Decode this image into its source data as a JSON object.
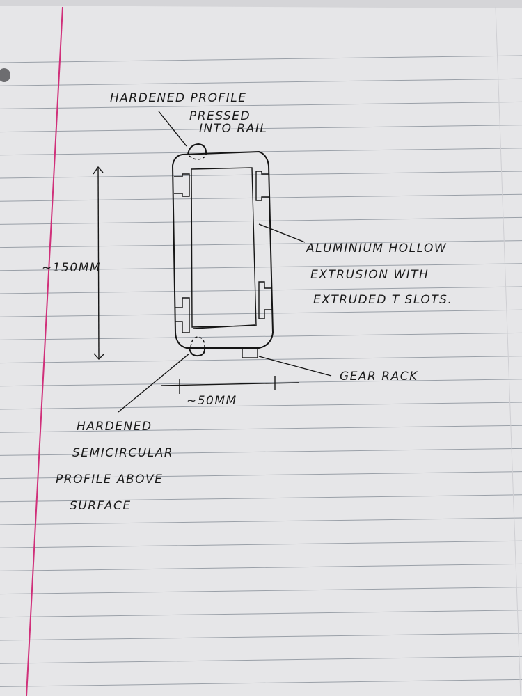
{
  "sketch": {
    "label_top": [
      "HARDENED PROFILE",
      "PRESSED",
      "INTO RAIL"
    ],
    "label_height": "~150MM",
    "label_extrusion": [
      "ALUMINIUM HOLLOW",
      "EXTRUSION WITH",
      "EXTRUDED T SLOTS."
    ],
    "label_gear": "GEAR RACK",
    "label_width": "~50MM",
    "label_bottom": [
      "HARDENED",
      "SEMICIRCULAR",
      "PROFILE ABOVE",
      "SURFACE"
    ]
  },
  "colors": {
    "paper": "#e6e6e8",
    "rule": "#9aa0a8",
    "margin": "#d0307a",
    "ink": "#151515"
  }
}
